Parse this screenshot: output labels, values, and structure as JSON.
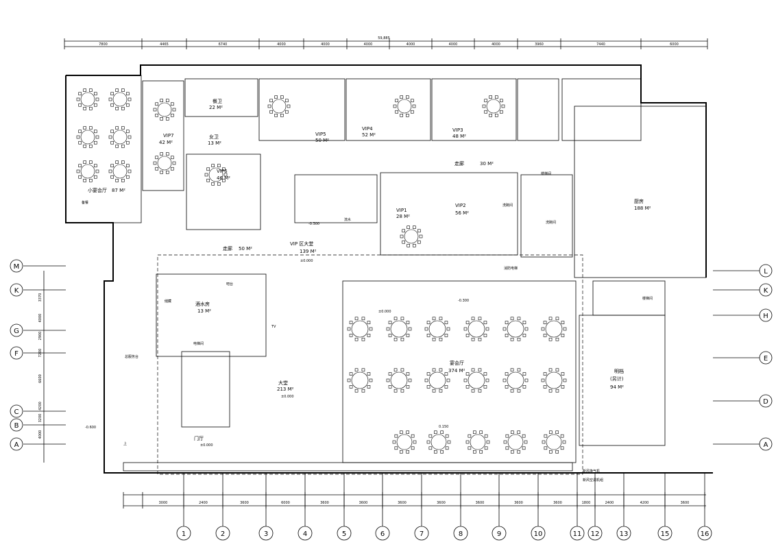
{
  "top_dimensions": [
    "7800",
    "4465",
    "6740",
    "4000",
    "4000",
    "4000",
    "4000",
    "4000",
    "4000",
    "3960",
    "7440",
    "6000"
  ],
  "total_dimension": "59,885",
  "bottom_dimensions": [
    "3000",
    "2400",
    "3600",
    "6000",
    "3600",
    "3600",
    "3600",
    "3600",
    "3600",
    "3600",
    "3600",
    "1800",
    "2400",
    "4200",
    "3600"
  ],
  "column_axes": [
    "1",
    "2",
    "3",
    "4",
    "5",
    "6",
    "7",
    "8",
    "9",
    "10",
    "11",
    "12",
    "13",
    "15",
    "16"
  ],
  "row_axes_left": [
    "M",
    "K",
    "G",
    "F",
    "C",
    "B",
    "A"
  ],
  "row_axes_right": [
    "L",
    "K",
    "H",
    "E",
    "D",
    "A"
  ],
  "left_dims": [
    "3370",
    "4000",
    "2900",
    "7200",
    "6600",
    "4200",
    "3200",
    "4000"
  ],
  "rooms": {
    "small_banquet": {
      "name": "小宴会厅",
      "area": "87 M²"
    },
    "vip7": {
      "name": "VIP7",
      "area": "42 M²"
    },
    "kitchen_top": {
      "name": "餐卫",
      "area": "22 M²"
    },
    "toilet_top": {
      "name": "女卫",
      "area": "13 M²"
    },
    "vip6": {
      "name": "VIP6",
      "area": "46 M²"
    },
    "vip5": {
      "name": "VIP5",
      "area": "50 M²"
    },
    "vip4": {
      "name": "VIP4",
      "area": "52 M²"
    },
    "vip3": {
      "name": "VIP3",
      "area": "48 M²"
    },
    "corridor_top": {
      "name": "走廊",
      "area": "30 M²"
    },
    "vip1": {
      "name": "VIP1",
      "area": "28 M²"
    },
    "vip2": {
      "name": "VIP2",
      "area": "56 M²"
    },
    "kitchen_big": {
      "name": "厨房",
      "area": "188 M²"
    },
    "corridor_mid": {
      "name": "走廊",
      "area": "50 M²"
    },
    "vip_lobby": {
      "name": "VIP 区大堂",
      "area": "139 M²"
    },
    "wine_room": {
      "name": "酒水房",
      "area": "13 M²"
    },
    "lobby": {
      "name": "大堂",
      "area": "213 M²"
    },
    "banquet": {
      "name": "宴会厅",
      "area": "374 M²"
    },
    "bright_room": {
      "name": "明档",
      "note": "(另计)",
      "area": "94 M²"
    },
    "entrance": {
      "name": "门厅"
    }
  },
  "labels": {
    "level_0a": "±0.000",
    "level_0b": "±0.000",
    "level_0c": "±0.000",
    "level_0d": "±0.000",
    "level_m300a": "-0.300",
    "level_m300b": "-0.300",
    "level_m600": "-0.600",
    "level_0150": "0.150",
    "storage": "储藏",
    "electric": "电梯间",
    "wash1": "洗碗间",
    "wash2": "洗碗间",
    "stairs1": "楼梯间",
    "stairs2": "楼梯间",
    "tv": "TV",
    "up": "上",
    "leg1": "新风换气机",
    "leg2": "新风空调机组",
    "water_feature": "流水",
    "bar": "吧台",
    "storage2": "备餐",
    "fire_exit": "消防电梯",
    "front_desk": "总服务台"
  }
}
